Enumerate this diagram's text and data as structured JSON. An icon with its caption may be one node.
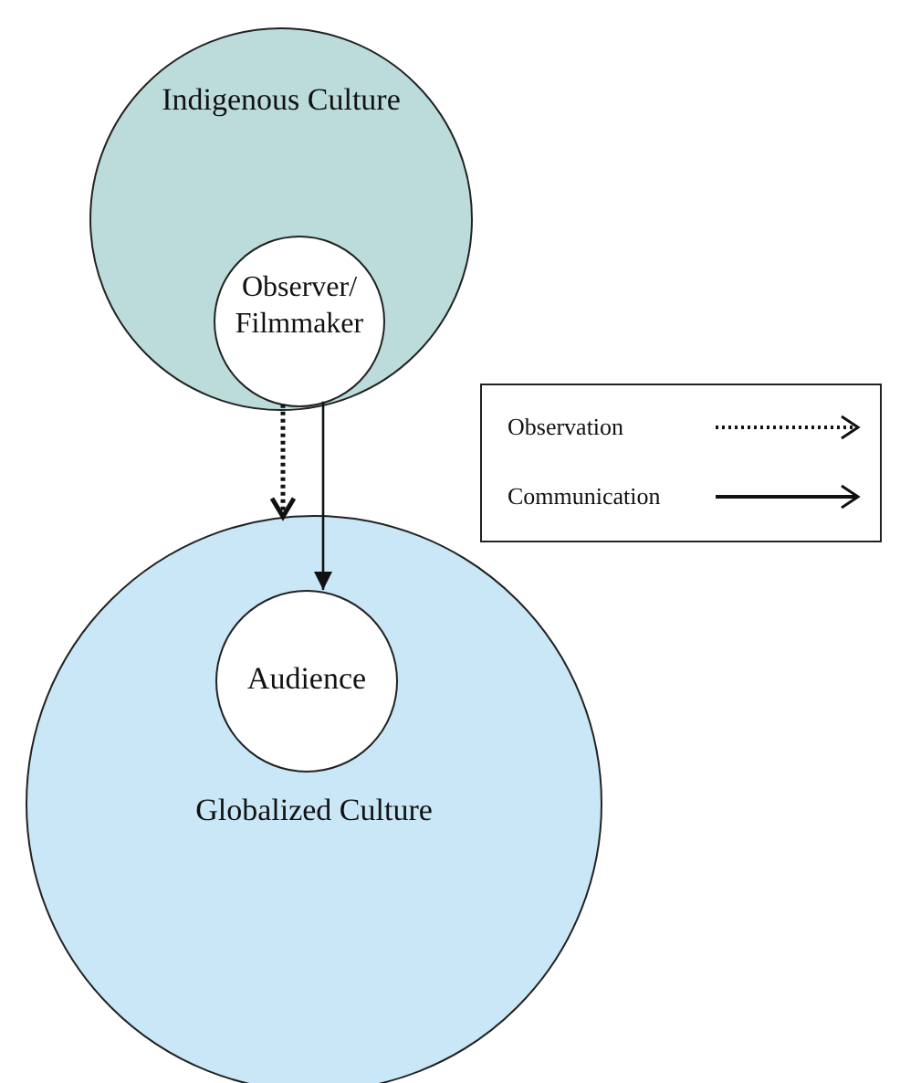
{
  "diagram": {
    "nodes": [
      {
        "text": [
          "Indigenous Culture"
        ]
      },
      {
        "text": [
          "Observer/ Filmmaker"
        ],
        "in": 0
      },
      {
        "text": [
          "Globalized Culture"
        ]
      },
      {
        "text": [
          "Audience"
        ],
        "in": 2
      }
    ],
    "edges": [
      {
        "from": 1,
        "to": 2,
        "arrow": "to",
        "style": "dashed"
      },
      {
        "from": 1,
        "to": 3,
        "arrow": "to"
      }
    ],
    "legend": [
      {
        "text": "Observation"
      },
      {
        "text": "Communication"
      }
    ]
  }
}
